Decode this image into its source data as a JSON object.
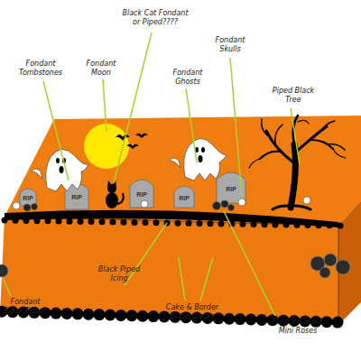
{
  "diagram": {
    "labels": [
      "Black Cat Fondant or Piped????",
      "Fondant Tombstones",
      "Fondant Moon",
      "Fondant Ghosts",
      "Fondant Skulls",
      "Piped Black Tree",
      "Fondant Black Roses",
      "Black Piped Icing",
      "Cake & Border Buttercream",
      "Fondant Black Mini Roses",
      "RIP",
      "RIP",
      "RIP",
      "RIP",
      "RIP"
    ]
  }
}
